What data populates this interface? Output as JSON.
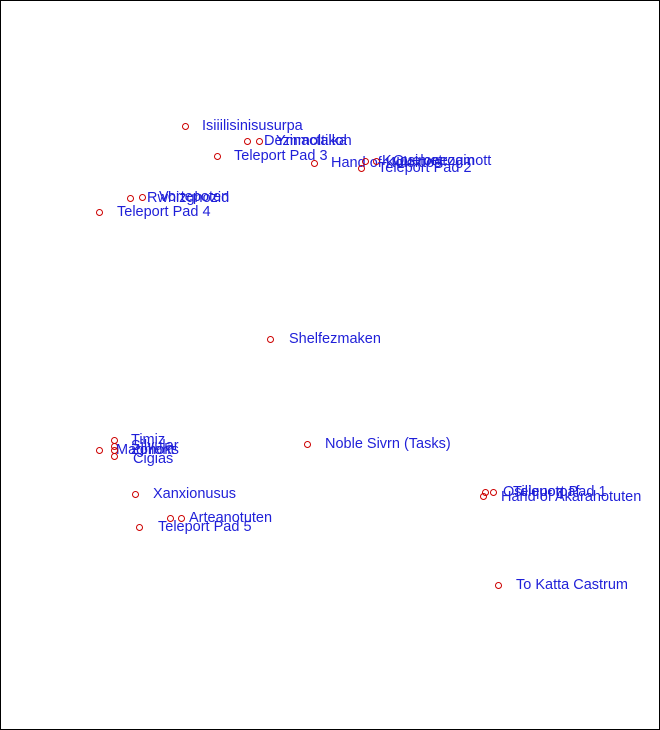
{
  "map": {
    "marker_color": "#cc0000",
    "label_color": "#1f1fd8",
    "border_color": "#000000",
    "background": "#ffffff",
    "locations": [
      {
        "name": "Isiiilisinisusurpa"
      },
      {
        "name": "Dezinactalka"
      },
      {
        "name": "Ymmoltikoh"
      },
      {
        "name": "Teleport Pad 3"
      },
      {
        "name": "Hand of Koloktos"
      },
      {
        "name": "Kuosimetrogin"
      },
      {
        "name": "Quelonezamott"
      },
      {
        "name": "Teleport Pad 2"
      },
      {
        "name": "Rwhizghozid"
      },
      {
        "name": "Vortepoten"
      },
      {
        "name": "Teleport Pad 4"
      },
      {
        "name": "Shelfezmaken"
      },
      {
        "name": "Timiz"
      },
      {
        "name": "Silvular"
      },
      {
        "name": "Magmoks"
      },
      {
        "name": "Zollorit"
      },
      {
        "name": "Cigias"
      },
      {
        "name": "Noble Sivrn (Tasks)"
      },
      {
        "name": "Xanxionusus"
      },
      {
        "name": "Arteanotuten"
      },
      {
        "name": "Teleport Pad 5"
      },
      {
        "name": "Osiliquotpaf"
      },
      {
        "name": "Teleport Pad 1"
      },
      {
        "name": "Hand of Akarahotuten"
      },
      {
        "name": "To Katta Castrum"
      }
    ]
  }
}
